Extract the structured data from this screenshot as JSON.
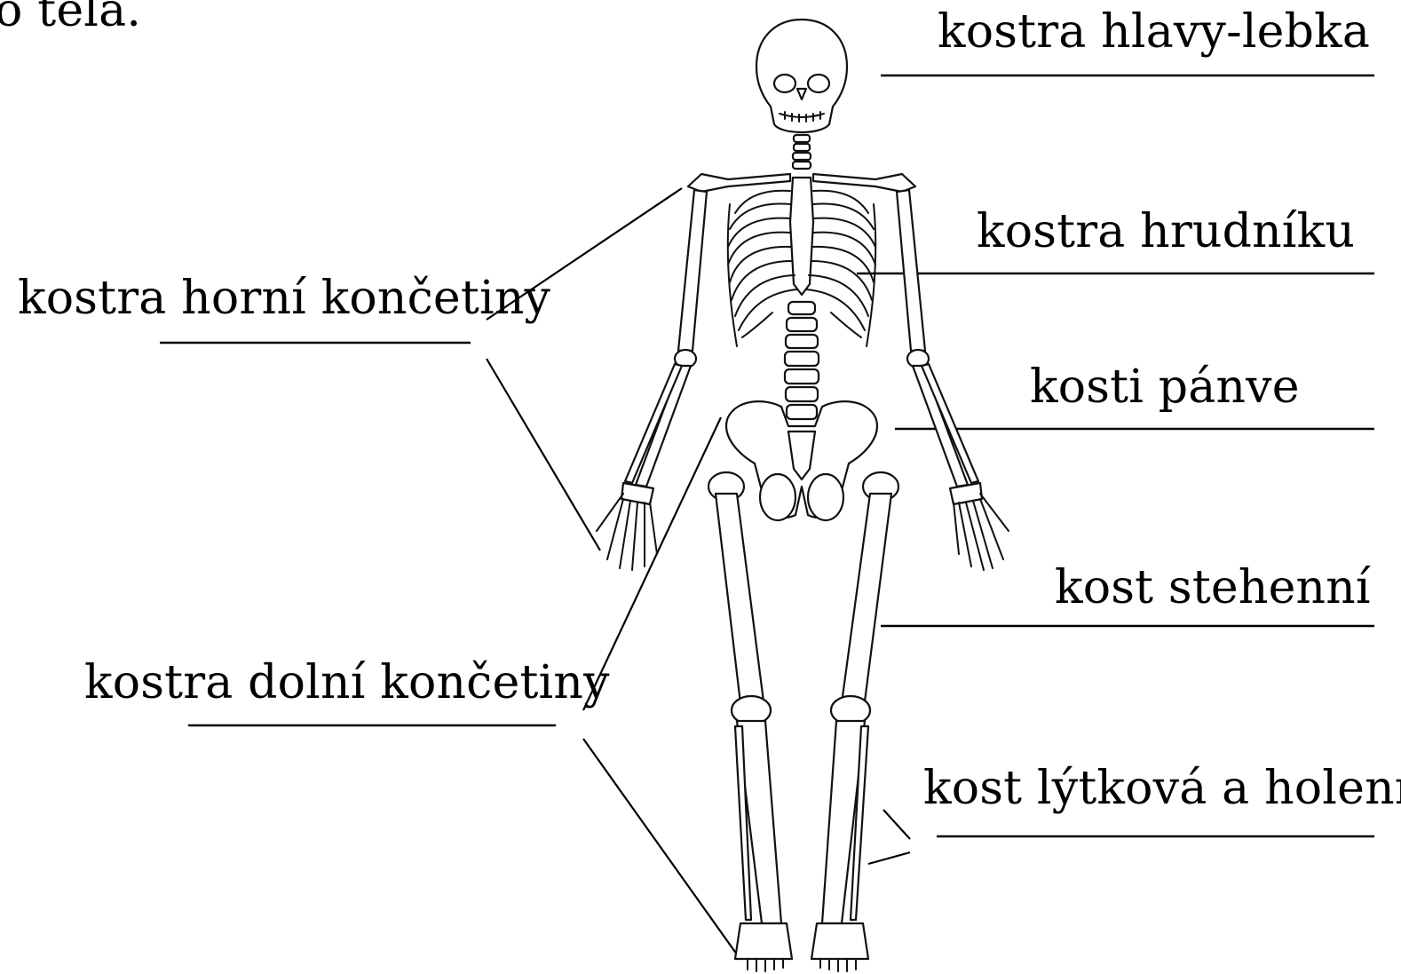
{
  "top_fragment": "o tela.",
  "labels": {
    "head": "kostra hlavy-lebka",
    "chest": "kostra hrudníku",
    "upper_limb": "kostra horní končetiny",
    "pelvis": "kosti pánve",
    "femur": "kost stehenní",
    "lower_limb": "kostra dolní končetiny",
    "shin": "kost lýtková a holenní"
  },
  "icons": {
    "skeleton": "human-skeleton-front-view"
  }
}
